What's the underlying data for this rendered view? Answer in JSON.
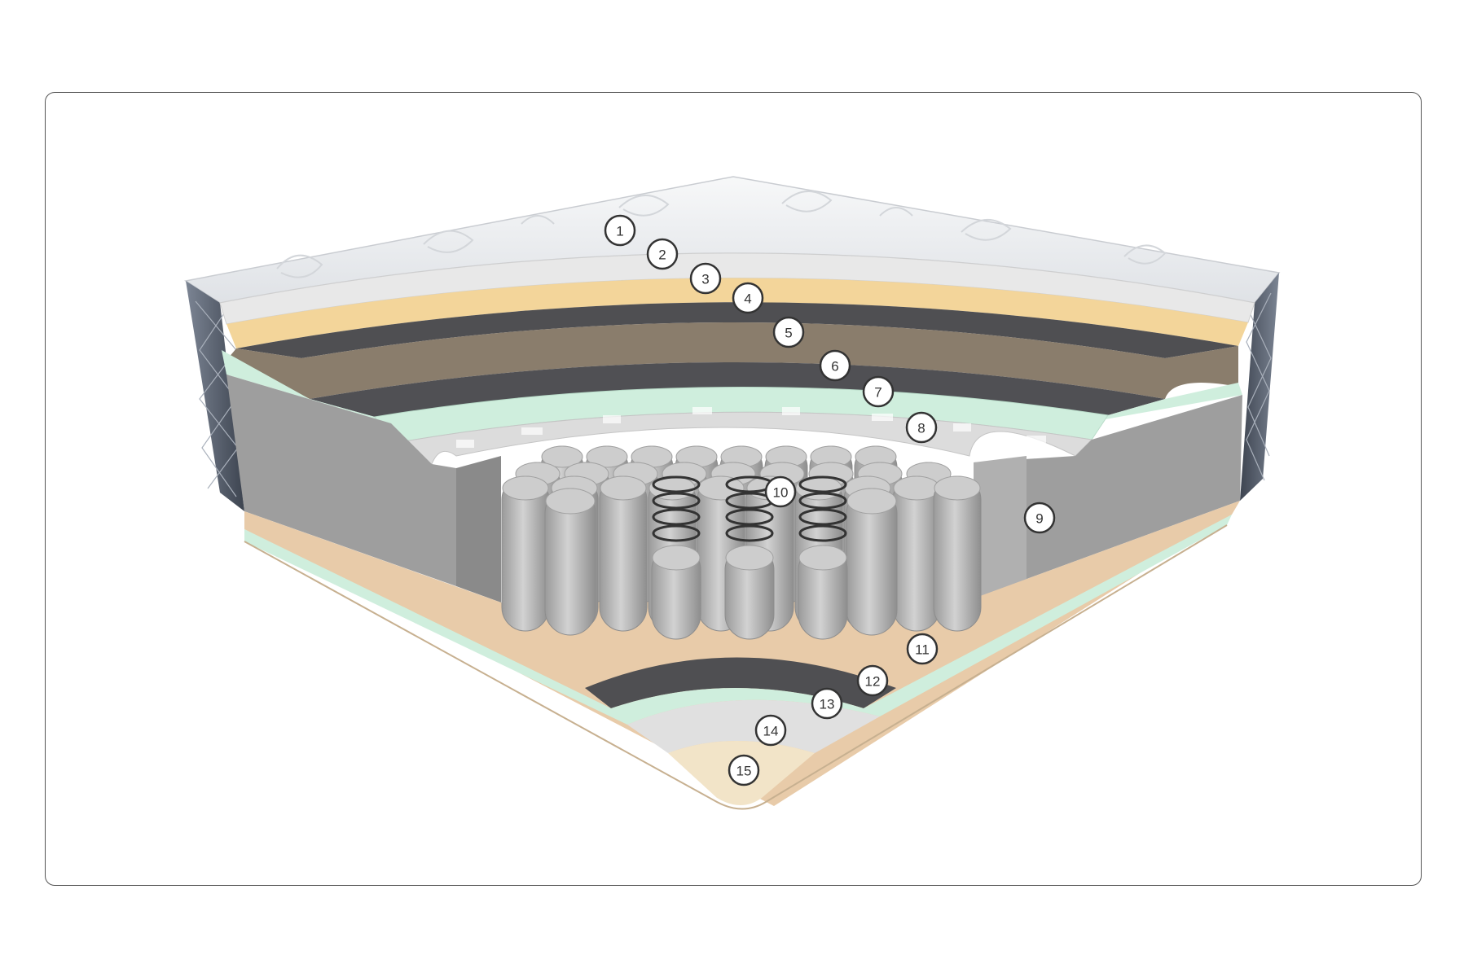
{
  "colors": {
    "frame_border": "#555555",
    "quilt_top": "#eceef0",
    "side_panel": "#5a6270",
    "cream": "#f3d59a",
    "dark_grey": "#4f4f52",
    "taupe": "#8a7d6c",
    "mint": "#cfeedd",
    "light_grey": "#dcdcdc",
    "foam_grey": "#9e9e9e",
    "peach": "#e8cba9",
    "spring": "#b9b9b9",
    "base_cream": "#f2e4c8"
  },
  "markers": [
    {
      "label": "1"
    },
    {
      "label": "2"
    },
    {
      "label": "3"
    },
    {
      "label": "4"
    },
    {
      "label": "5"
    },
    {
      "label": "6"
    },
    {
      "label": "7"
    },
    {
      "label": "8"
    },
    {
      "label": "9"
    },
    {
      "label": "10"
    },
    {
      "label": "11"
    },
    {
      "label": "12"
    },
    {
      "label": "13"
    },
    {
      "label": "14"
    },
    {
      "label": "15"
    }
  ]
}
